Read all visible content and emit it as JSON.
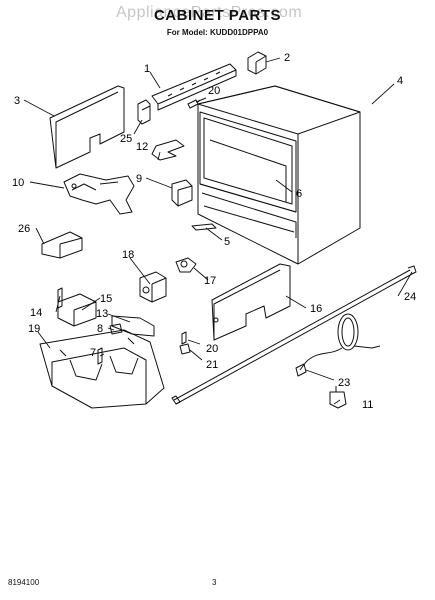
{
  "page": {
    "title": "CABINET PARTS",
    "subtitle": "For Model: KUDD01DPPA0",
    "watermark": "AppliancePartsPros.com",
    "doc_number": "8194100",
    "page_number": "3"
  },
  "callouts": [
    "1",
    "2",
    "3",
    "4",
    "5",
    "6",
    "7",
    "8",
    "9",
    "10",
    "11",
    "12",
    "13",
    "14",
    "15",
    "16",
    "17",
    "18",
    "19",
    "20",
    "20",
    "21",
    "23",
    "24",
    "25",
    "26"
  ]
}
